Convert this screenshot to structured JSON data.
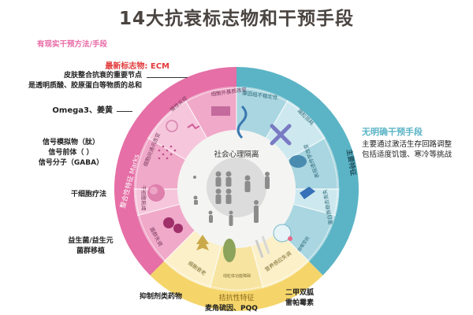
{
  "title": "14大抗衰标志物和干预手段",
  "left_header": "有现实干预方法/手段",
  "left_annotations": {
    "ecm_title": "最新标志物: ECM",
    "ecm_line1": "皮肤整合抗衰的重要节点",
    "ecm_line2": "是透明质酸、胶原蛋白等物质的总和",
    "omega": "Omega3、姜黄",
    "signal1": "信号模拟物（肽）",
    "signal2": "信号前体（ ）",
    "signal3": "信号分子（GABA）",
    "stem": "干细胞疗法",
    "probiotic1": "益生菌/益生元",
    "probiotic2": "菌群移植",
    "inhibitor": "抑制剂类药物"
  },
  "right_annotations": {
    "heading": "无明确干预手段",
    "line1": "主要通过激活生存回路调整",
    "line2": "包括适度饥饿、寒冷等挑战"
  },
  "bottom_annotations": {
    "mito": "麦角硫因、PQQ",
    "metformin1": "二甲双胍",
    "metformin2": "雷帕霉素"
  },
  "wheel": {
    "center_label": "社会心理隔离",
    "ring_labels": {
      "pink": "整合性特征 Marks",
      "teal": "主要特征",
      "yellow": "拮抗性特征"
    },
    "segments": [
      {
        "label": "细胞外基质改变",
        "group": "pink"
      },
      {
        "label": "慢性炎症",
        "group": "pink"
      },
      {
        "label": "细胞间通讯改变",
        "group": "pink"
      },
      {
        "label": "干细胞耗竭",
        "group": "pink"
      },
      {
        "label": "菌群失调",
        "group": "pink"
      },
      {
        "label": "细胞衰老",
        "group": "yellow"
      },
      {
        "label": "线粒体功能障碍",
        "group": "yellow"
      },
      {
        "label": "营养感应失调",
        "group": "yellow"
      },
      {
        "label": "自噬受损",
        "group": "teal"
      },
      {
        "label": "蛋白质稳态丧失",
        "group": "teal"
      },
      {
        "label": "表观遗传学改变",
        "group": "teal"
      },
      {
        "label": "端粒损耗",
        "group": "teal"
      },
      {
        "label": "基因组不稳定性",
        "group": "teal"
      }
    ]
  },
  "colors": {
    "pink_outer": "#e56fa6",
    "pink_inner": "#f3b5d1",
    "teal_outer": "#5bb4c6",
    "teal_inner": "#b9e0e8",
    "yellow_outer": "#f5d56a",
    "yellow_inner": "#fbf0c2",
    "center": "#f2f2f2",
    "title": "#4a4440"
  }
}
